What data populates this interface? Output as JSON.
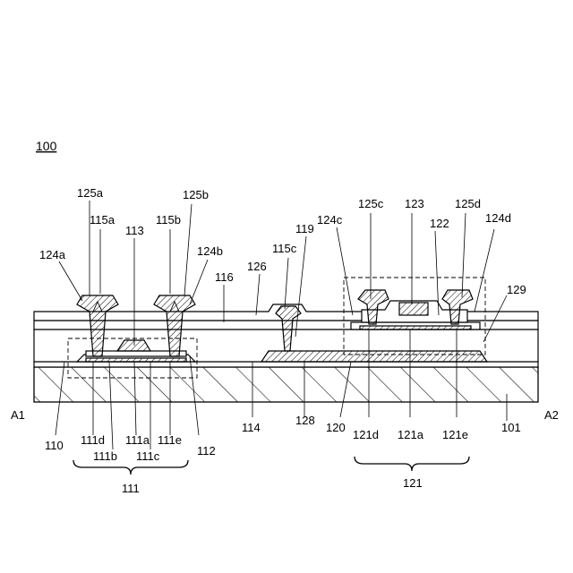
{
  "figure": {
    "reference": "100",
    "labels": {
      "l124a": "124a",
      "l125a": "125a",
      "l115a": "115a",
      "l113": "113",
      "l115b": "115b",
      "l125b": "125b",
      "l124b": "124b",
      "l116": "116",
      "l126": "126",
      "l115c": "115c",
      "l119": "119",
      "l124c": "124c",
      "l125c": "125c",
      "l123": "123",
      "l125d": "125d",
      "l124d": "124d",
      "l122": "122",
      "l129": "129",
      "lA1": "A1",
      "lA2": "A2",
      "l110": "110",
      "l111d": "111d",
      "l111b": "111b",
      "l111a": "111a",
      "l111c": "111c",
      "l111e": "111e",
      "l112": "112",
      "l111": "111",
      "l114": "114",
      "l128": "128",
      "l120": "120",
      "l121d": "121d",
      "l121a": "121a",
      "l121e": "121e",
      "l121": "121",
      "l101": "101"
    }
  }
}
